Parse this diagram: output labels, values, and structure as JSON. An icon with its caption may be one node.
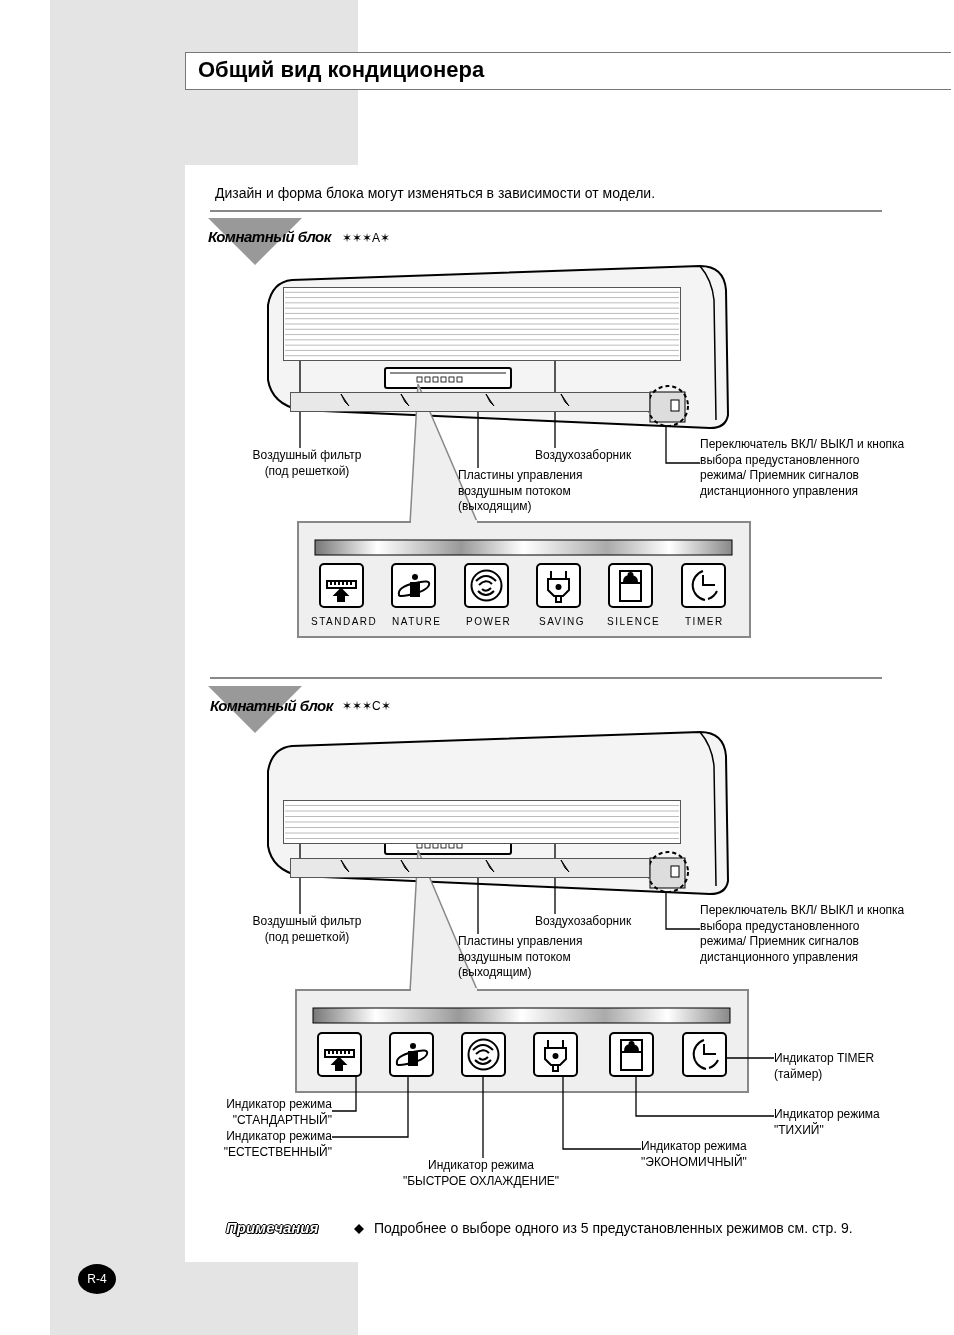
{
  "diagram": {
    "title": "Общий вид кондиционера",
    "nodes": [
      {
        "text": [
          "Воздушный фильтр (под решеткой)"
        ]
      },
      {
        "text": [
          "Воздухозаборник"
        ]
      },
      {
        "text": [
          "Пластины управления воздушным потоком (выходящим)"
        ]
      },
      {
        "text": [
          "Переключатель ВКЛ/ ВЫКЛ и кнопка выбора предустановленного режима/ Приемник сигналов дистанционного управления"
        ]
      },
      {
        "text": [
          "Воздушный фильтр (под решеткой)"
        ]
      },
      {
        "text": [
          "Воздухозаборник"
        ]
      },
      {
        "text": [
          "Пластины управления воздушным потоком (выходящим)"
        ]
      },
      {
        "text": [
          "Переключатель ВКЛ/ ВЫКЛ и кнопка выбора предустановленного режима/ Приемник сигналов дистанционного управления"
        ]
      },
      {
        "text": [],
        "shape": "picture"
      },
      {
        "text": [],
        "shape": "picture"
      },
      {
        "text": [],
        "shape": "picture"
      },
      {
        "text": [],
        "shape": "picture"
      },
      {
        "text": [],
        "shape": "picture"
      },
      {
        "text": [],
        "shape": "picture"
      },
      {
        "text": [
          "Индикатор TIMER (таймер)"
        ]
      },
      {
        "text": [
          "Индикатор режима \"СТАНДАРТНЫЙ\""
        ]
      },
      {
        "text": [
          "Индикатор режима \"ТИХИЙ\""
        ]
      },
      {
        "text": [
          "Индикатор режима \"ЕСТЕСТВЕННЫЙ\""
        ]
      },
      {
        "text": [
          "Индикатор режима \"ЭКОНОМИЧНЫЙ\""
        ]
      },
      {
        "text": [
          "Индикатор режима \"БЫСТРОЕ ОХЛАЖДЕНИЕ\""
        ]
      },
      {
        "text": [],
        "shape": "circle"
      },
      {
        "text": [],
        "shape": "circle"
      },
      {
        "text": [],
        "shape": "box"
      },
      {
        "text": [],
        "shape": "bar"
      },
      {
        "text": [],
        "shape": "box"
      },
      {
        "text": [],
        "shape": "bar"
      }
    ],
    "edges": [
      {
        "from": 0,
        "to": 22,
        "arrow": "none"
      },
      {
        "from": 1,
        "to": 22,
        "arrow": "none"
      },
      {
        "from": 2,
        "to": 23,
        "arrow": "none"
      },
      {
        "from": 3,
        "to": 20,
        "arrow": "none"
      },
      {
        "from": 4,
        "to": 24,
        "arrow": "none"
      },
      {
        "from": 5,
        "to": 24,
        "arrow": "none"
      },
      {
        "from": 6,
        "to": 25,
        "arrow": "none"
      },
      {
        "from": 7,
        "to": 21,
        "arrow": "none"
      },
      {
        "from": 14,
        "to": 13,
        "arrow": "none"
      },
      {
        "from": 15,
        "to": 8,
        "arrow": "none"
      },
      {
        "from": 16,
        "to": 12,
        "arrow": "none"
      },
      {
        "from": 17,
        "to": 9,
        "arrow": "none"
      },
      {
        "from": 18,
        "to": 11,
        "arrow": "none"
      },
      {
        "from": 19,
        "to": 10,
        "arrow": "none"
      }
    ],
    "labels": [
      "Дизайн и форма блока могут изменяться в зависимости от модели.",
      "Комнатный блок",
      "✶✶✶A✶",
      "STANDARD",
      "NATURE",
      "POWER",
      "SAVING",
      "SILENCE",
      "TIMER",
      "Комнатный блок",
      "✶✶✶C✶",
      "Примечания",
      "Подробнее о выборе одного из 5 предустановленных режимов см. стр. 9.",
      "R-4"
    ]
  }
}
